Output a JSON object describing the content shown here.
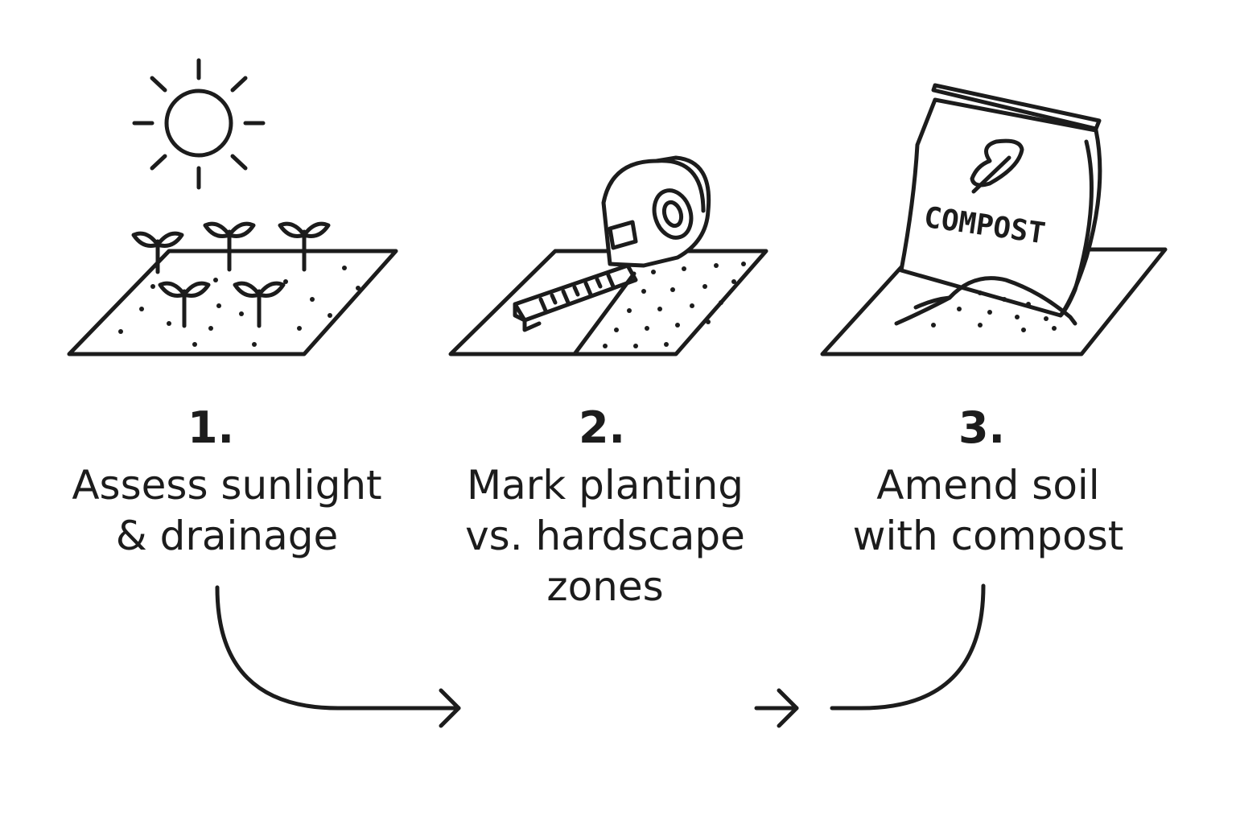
{
  "icons": {
    "step1": "sun-and-seedlings-icon",
    "step2": "measuring-tape-icon",
    "step3": "compost-bag-icon",
    "flow_arrow": "arrow-right-icon"
  },
  "colors": {
    "ink": "#1c1c1c",
    "background": "#ffffff"
  },
  "compost_bag_text": "COMPOST",
  "steps": [
    {
      "number": "1.",
      "lines": [
        "Assess sunlight",
        "& drainage"
      ]
    },
    {
      "number": "2.",
      "lines": [
        "Mark planting",
        "vs. hardscape",
        "zones"
      ]
    },
    {
      "number": "3.",
      "lines": [
        "Amend soil",
        "with compost"
      ]
    }
  ]
}
